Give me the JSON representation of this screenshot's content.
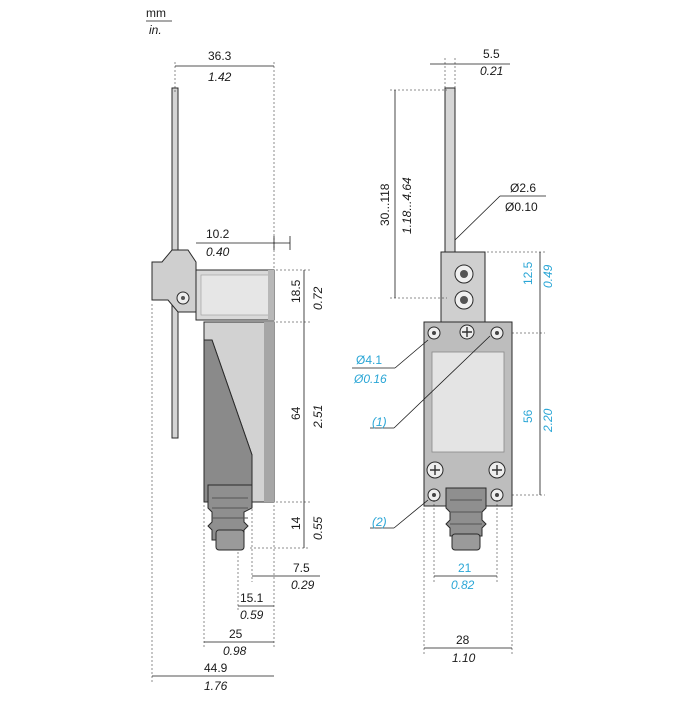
{
  "units": {
    "primary": "mm",
    "secondary": "in."
  },
  "colors": {
    "ink": "#1a1a1a",
    "accent": "#2aa6d6",
    "body_light": "#d8d8d8",
    "body_mid": "#a8a8a8",
    "body_dark": "#6e6e6e"
  },
  "side_view": {
    "width_top": {
      "mm": "36.3",
      "in": "1.42"
    },
    "lever_offset": {
      "mm": "10.2",
      "in": "0.40"
    },
    "head_height": {
      "mm": "18.5",
      "in": "0.72"
    },
    "body_height": {
      "mm": "64",
      "in": "2.51"
    },
    "base_height": {
      "mm": "14",
      "in": "0.55"
    },
    "gland_offset": {
      "mm": "7.5",
      "in": "0.29"
    },
    "gland_width": {
      "mm": "15.1",
      "in": "0.59"
    },
    "depth": {
      "mm": "25",
      "in": "0.98"
    },
    "overall_width": {
      "mm": "44.9",
      "in": "1.76"
    }
  },
  "front_view": {
    "rod_width": {
      "mm": "5.5",
      "in": "0.21"
    },
    "rod_length": {
      "mm": "30...118",
      "in": "1.18...4.64"
    },
    "rod_diameter": {
      "mm": "Ø2.6",
      "in": "Ø0.10"
    },
    "head_spacing": {
      "mm": "12.5",
      "in": "0.49"
    },
    "hole_diameter": {
      "mm": "Ø4.1",
      "in": "Ø0.16"
    },
    "mount_spacing": {
      "mm": "56",
      "in": "2.20"
    },
    "bottom_spacing": {
      "mm": "21",
      "in": "0.82"
    },
    "width": {
      "mm": "28",
      "in": "1.10"
    },
    "callout_1": "(1)",
    "callout_2": "(2)"
  }
}
